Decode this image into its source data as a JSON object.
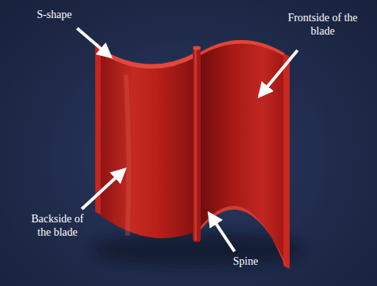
{
  "diagram": {
    "labels": [
      "S-shape",
      "Frontside of the blade",
      "Backside of the blade",
      "Spine"
    ]
  }
}
